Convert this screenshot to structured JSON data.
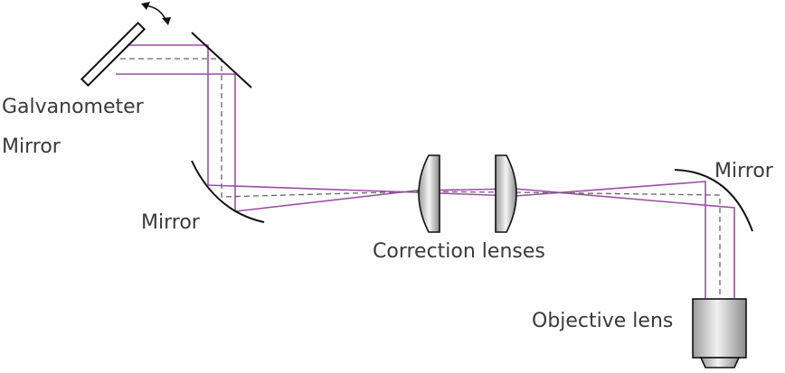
{
  "labels": {
    "galvanometer_line1": "Galvanometer",
    "galvanometer_line2": "Mirror",
    "mirror_left": "Mirror",
    "correction_lenses": "Correction lenses",
    "mirror_right": "Mirror",
    "objective_lens": "Objective lens"
  },
  "colors": {
    "beam": "#9b4fa6",
    "axis": "#666666",
    "outline": "#111111",
    "text": "#3a3a3a"
  },
  "icons": {
    "rotation": "double-arrow-rotation-icon"
  }
}
